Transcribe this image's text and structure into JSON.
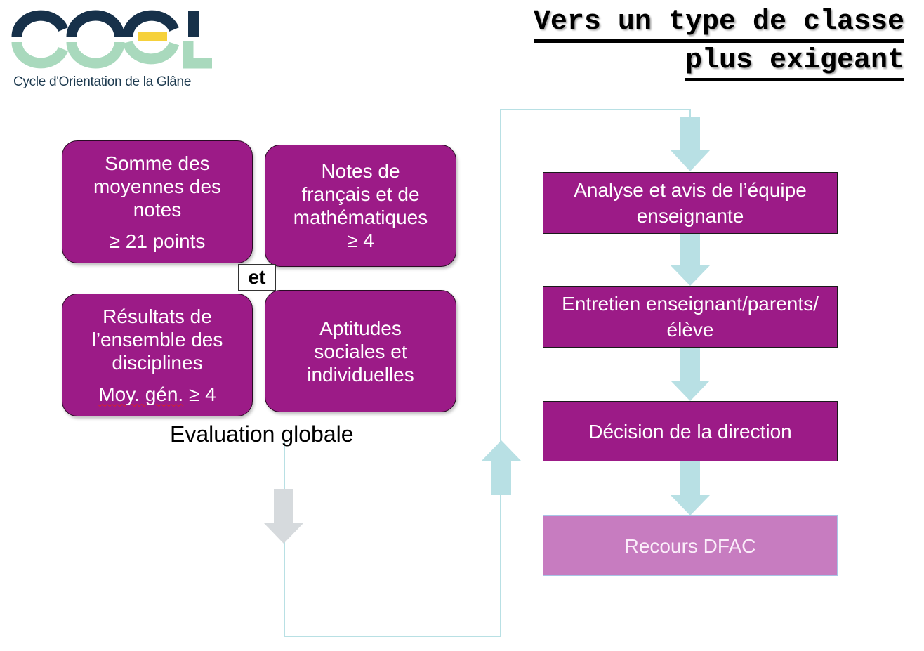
{
  "logo": {
    "caption": "Cycle d'Orientation de la Glâne",
    "colors": {
      "navy": "#17314a",
      "mint": "#a9d9bd",
      "yellow": "#f6d13b"
    }
  },
  "title": {
    "line1": "Vers un type de classe",
    "line2": "plus exigeant"
  },
  "criteria": {
    "somme": {
      "text": "Somme des\nmoyennes des\nnotes",
      "value": "≥ 21 points"
    },
    "notes": {
      "text": "Notes de\nfrançais et de\nmathématiques\n≥ 4"
    },
    "resultats": {
      "text": "Résultats de\nl’ensemble des\ndisciplines",
      "value_pre": "Moy. gén.",
      "value_post": " ≥ 4"
    },
    "aptitudes": {
      "text": "Aptitudes\nsociales et\nindividuelles"
    },
    "connector": "et",
    "caption": "Evaluation globale"
  },
  "steps": [
    {
      "label": "Analyse et avis de l’équipe enseignante"
    },
    {
      "label": "Entretien enseignant/parents/élève"
    },
    {
      "label": "Décision de la direction"
    },
    {
      "label": "Recours DFAC"
    }
  ],
  "colors": {
    "box": "#9c1b87",
    "recours": "#c77cc0",
    "arrow": "#b8e0e4",
    "arrow_gray": "#d6dadd",
    "line": "#b8e0e4"
  }
}
